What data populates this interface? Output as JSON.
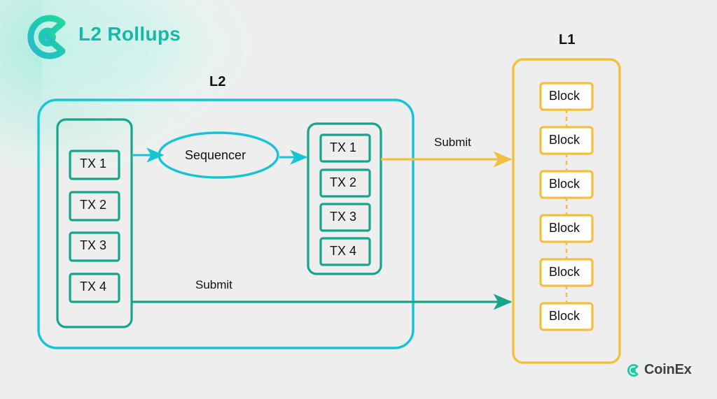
{
  "page": {
    "background_color": "#eeeeee",
    "glow_color": "#aaeede"
  },
  "brand": {
    "title": "L2 Rollups",
    "title_color": "#17b8a6",
    "logo_icon": "coinex-logo-icon"
  },
  "watermark": {
    "text": "CoinEx",
    "logo_icon": "coinex-logo-icon",
    "text_color": "#3c4148"
  },
  "colors": {
    "l2_border": "#17c4d4",
    "tx_green": "#14a58b",
    "l1_yellow": "#f3bf3f",
    "sequencer_border": "#17c4d4",
    "block_fill": "#ffffff",
    "text": "#111111"
  },
  "l2": {
    "label": "L2",
    "input_queue": {
      "name": "left-tx-stack",
      "items": [
        "TX 1",
        "TX 2",
        "TX 3",
        "TX 4"
      ]
    },
    "sequencer": {
      "label": "Sequencer"
    },
    "output_batch": {
      "name": "right-tx-stack",
      "items": [
        "TX 1",
        "TX 2",
        "TX 3",
        "TX 4"
      ]
    }
  },
  "l1": {
    "label": "L1",
    "blocks": [
      "Block",
      "Block",
      "Block",
      "Block",
      "Block",
      "Block"
    ]
  },
  "edges": {
    "queue_to_sequencer": {
      "label": "",
      "color": "#17c4d4"
    },
    "sequencer_to_batch": {
      "label": "",
      "color": "#17c4d4"
    },
    "batch_to_l1": {
      "label": "Submit",
      "color": "#f3bf3f"
    },
    "queue_to_l1": {
      "label": "Submit",
      "color": "#14a58b"
    }
  }
}
